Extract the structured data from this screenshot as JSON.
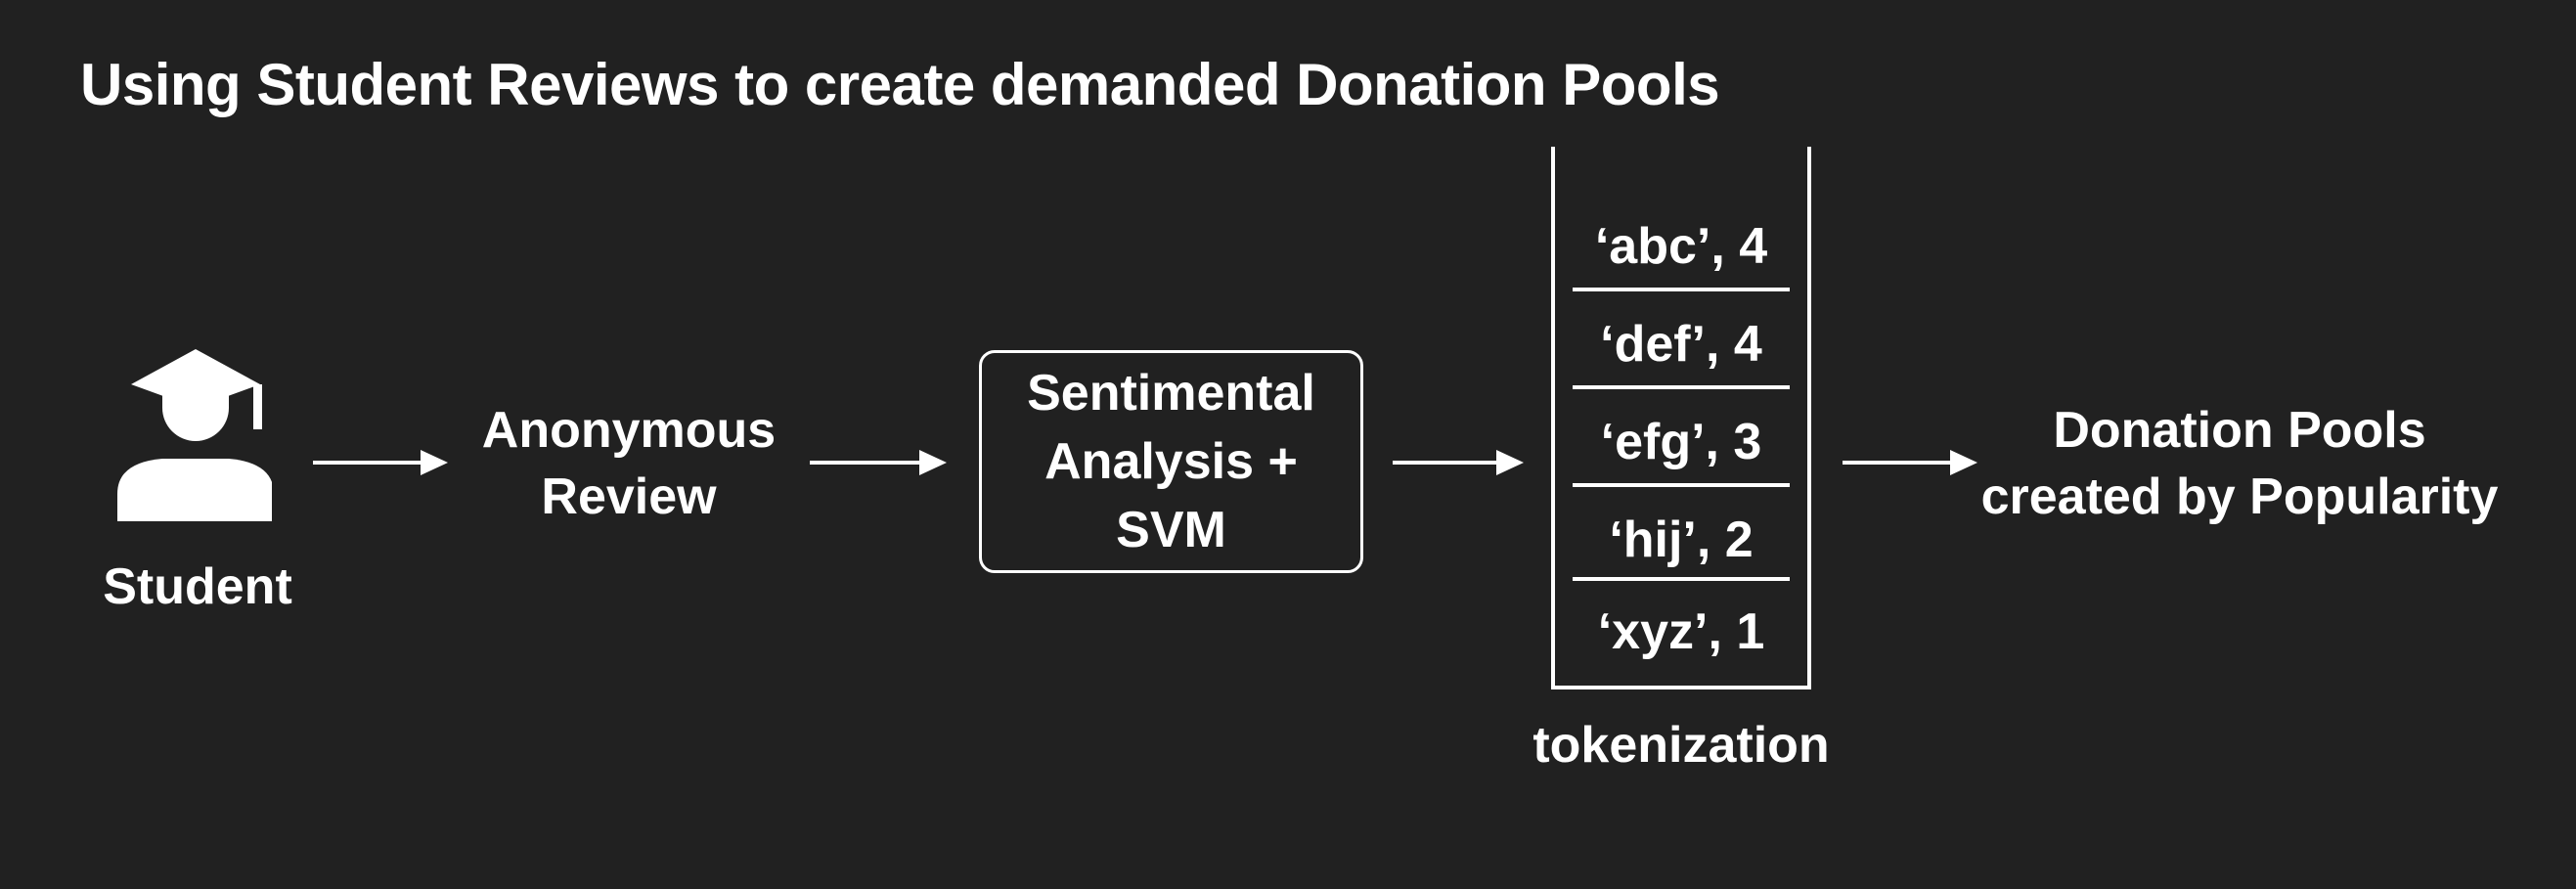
{
  "title": "Using Student Reviews to create demanded Donation Pools",
  "student": {
    "label": "Student",
    "icon": "student-graduate-icon"
  },
  "review": {
    "line1": "Anonymous",
    "line2": "Review"
  },
  "analysis": {
    "line1": "Sentimental",
    "line2": "Analysis +",
    "line3": "SVM"
  },
  "tokenization": {
    "label": "tokenization",
    "tokens": [
      "‘abc’, 4",
      "‘def’, 4",
      "‘efg’, 3",
      "‘hij’, 2",
      "‘xyz’, 1"
    ]
  },
  "pools": {
    "line1": "Donation Pools",
    "line2": "created by Popularity"
  },
  "colors": {
    "background": "#212121",
    "foreground": "#ffffff"
  }
}
